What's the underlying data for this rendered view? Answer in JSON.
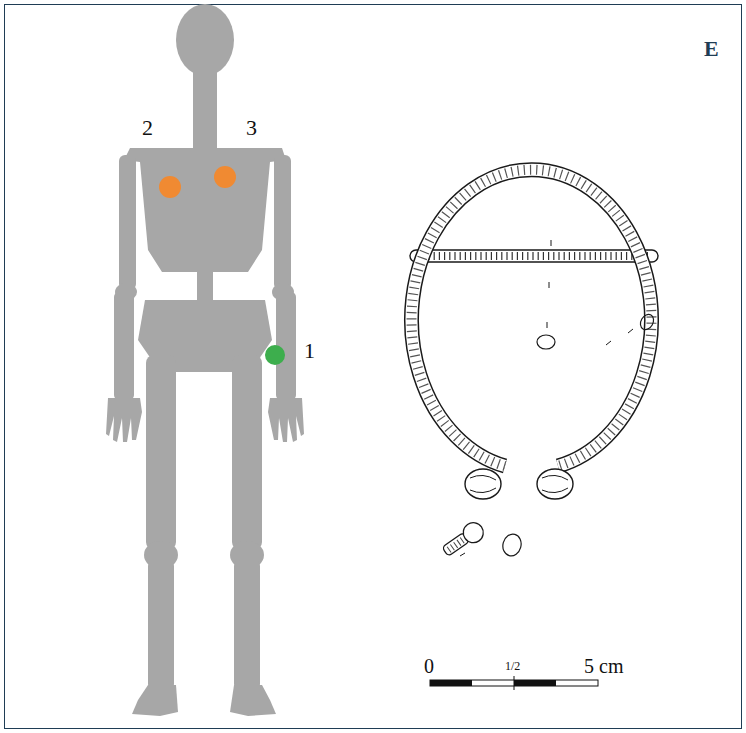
{
  "diagram": {
    "labels": [
      "E",
      "2",
      "3",
      "1",
      "0",
      "1/2",
      "5 cm"
    ]
  }
}
